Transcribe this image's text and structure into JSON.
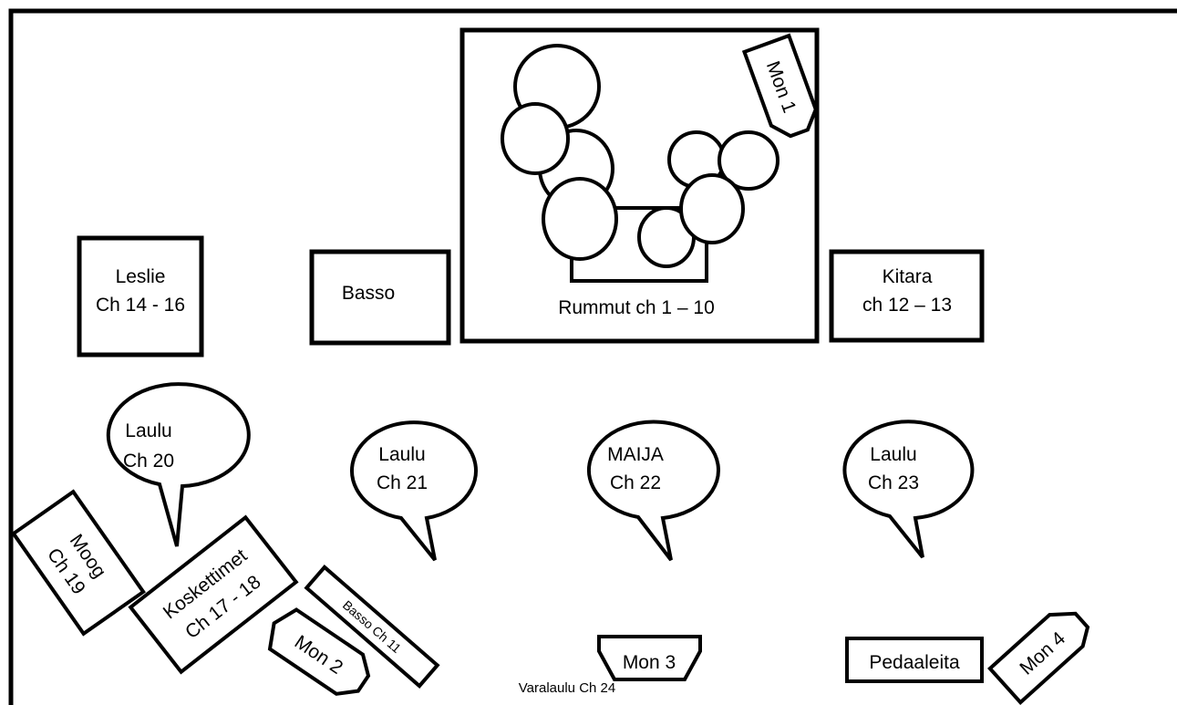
{
  "drums": {
    "label": "Rummut ch 1 – 10"
  },
  "monitors": {
    "mon1": "Mon 1",
    "mon2": "Mon 2",
    "mon3": "Mon 3",
    "mon4": "Mon 4"
  },
  "leslie": {
    "line1": "Leslie",
    "line2": "Ch 14 - 16"
  },
  "bass_amp": {
    "label": "Basso"
  },
  "guitar_amp": {
    "line1": "Kitara",
    "line2": "ch 12 – 13"
  },
  "vocals": [
    {
      "line1": "Laulu",
      "line2": "Ch 20"
    },
    {
      "line1": "Laulu",
      "line2": "Ch 21"
    },
    {
      "line1": "MAIJA",
      "line2": "Ch 22"
    },
    {
      "line1": "Laulu",
      "line2": "Ch 23"
    }
  ],
  "moog": {
    "line1": "Moog",
    "line2": "Ch 19"
  },
  "keyboards": {
    "line1": "Koskettimet",
    "line2": "Ch 17 - 18"
  },
  "bass_di": {
    "label": "Basso Ch 11"
  },
  "pedals": {
    "label": "Pedaaleita"
  },
  "backing_vocal": {
    "label": "Varalaulu Ch 24"
  }
}
